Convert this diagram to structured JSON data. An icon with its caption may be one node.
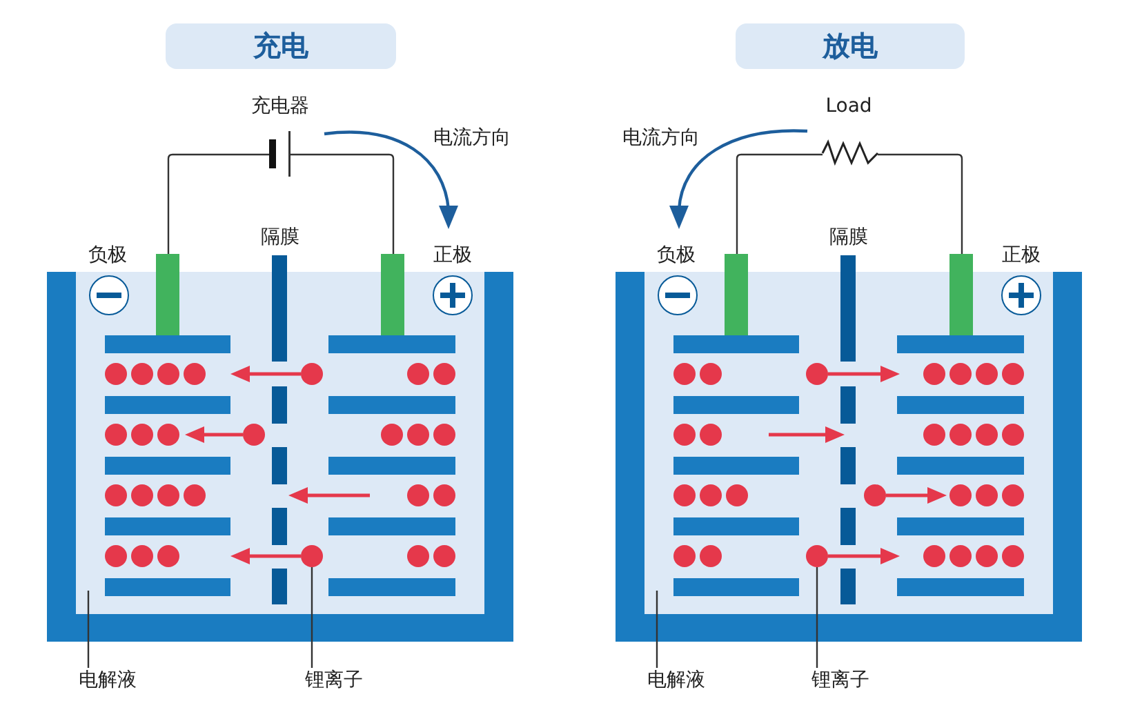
{
  "diagram": {
    "nodes": [
      {
        "text": [
          "充电"
        ]
      },
      {
        "text": [
          "放电"
        ]
      },
      {
        "text": [],
        "shape": "battery",
        "beside": [
          "充电器"
        ]
      },
      {
        "text": [],
        "shape": "resistor",
        "beside": [
          "Load"
        ]
      },
      {
        "text": [],
        "shape": "bar"
      },
      {
        "text": [],
        "shape": "bar"
      },
      {
        "text": [],
        "shape": "bar"
      },
      {
        "text": [],
        "shape": "bar"
      },
      {
        "text": [],
        "shape": "box"
      },
      {
        "text": [],
        "shape": "box"
      },
      {
        "text": [],
        "shape": "circle",
        "in": 8
      },
      {
        "text": [],
        "shape": "circle",
        "in": 9
      },
      {
        "text": [
          "电解液"
        ]
      },
      {
        "text": [
          "锂离子"
        ]
      },
      {
        "text": [
          "电解液"
        ]
      },
      {
        "text": [
          "锂离子"
        ]
      }
    ],
    "edges": [
      {
        "from": 2,
        "to": 4,
        "arrow": "none"
      },
      {
        "from": 2,
        "to": 5,
        "arrow": "none"
      },
      {
        "from": 3,
        "to": 6,
        "arrow": "none"
      },
      {
        "from": 3,
        "to": 7,
        "arrow": "none"
      },
      {
        "from": 12,
        "to": 8,
        "arrow": "none"
      },
      {
        "from": 13,
        "to": 10,
        "arrow": "none"
      },
      {
        "from": 14,
        "to": 9,
        "arrow": "none"
      },
      {
        "from": 15,
        "to": 11,
        "arrow": "none"
      }
    ],
    "labels": [
      "电流方向",
      "电流方向",
      "隔膜",
      "隔膜",
      "负极",
      "正极",
      "负极",
      "正极"
    ]
  }
}
